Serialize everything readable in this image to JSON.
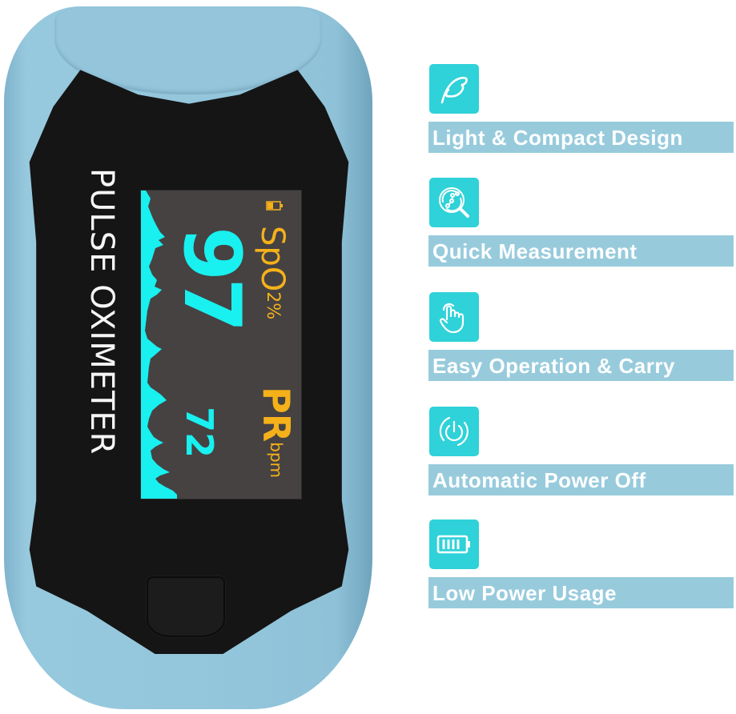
{
  "device": {
    "brand_text": "PULSE OXIMETER",
    "display": {
      "spo2_label": "SpO",
      "spo2_sub": "2%",
      "spo2_value": "97",
      "pr_label": "PR",
      "pr_sub": "bpm",
      "pr_value": "72",
      "battery_icon": "battery-half-icon"
    },
    "colors": {
      "shell": "#94c6dc",
      "face": "#151515",
      "screen": "#464242",
      "reading": "#19f0f0",
      "label": "#f5b11a"
    }
  },
  "features": [
    {
      "icon": "feather-icon",
      "label": "Light & Compact Design"
    },
    {
      "icon": "magnifier-chart-icon",
      "label": "Quick Measurement"
    },
    {
      "icon": "hand-pointer-icon",
      "label": "Easy Operation & Carry"
    },
    {
      "icon": "power-icon",
      "label": "Automatic Power Off"
    },
    {
      "icon": "battery-full-icon",
      "label": "Low Power Usage"
    }
  ],
  "feature_colors": {
    "icon_bg": "#2fd2d8",
    "bar_bg": "#97cbdc",
    "text": "#ffffff"
  }
}
